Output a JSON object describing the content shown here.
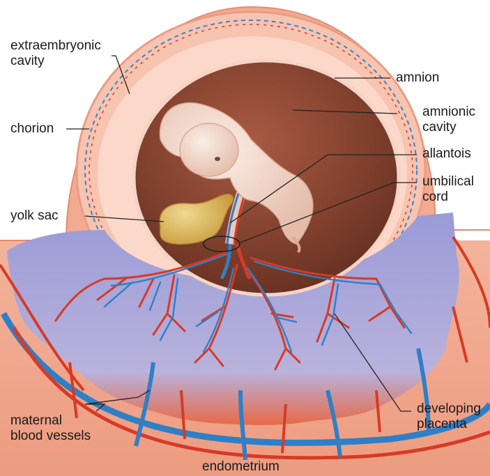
{
  "labels": {
    "extraembryonic_cavity": [
      "extraembryonic",
      "cavity"
    ],
    "chorion": "chorion",
    "yolk_sac": "yolk sac",
    "maternal_blood_vessels": [
      "maternal",
      "blood vessels"
    ],
    "endometrium": "endometrium",
    "amnion": "amnion",
    "amnionic_cavity": [
      "amnionic",
      "cavity"
    ],
    "allantois": "allantois",
    "umbilical_cord": [
      "umbilical",
      "cord"
    ],
    "developing_placenta": [
      "developing",
      "placenta"
    ]
  },
  "colors": {
    "endometrium": "#f0a890",
    "chorion_ring": "#f4b9a4",
    "amnionic_cavity": "#7e3f2c",
    "yolk_sac": "#d9b45a",
    "embryo": "#f2d7c8",
    "artery": "#d83a24",
    "vein": "#2f7fc6",
    "placenta_blue": "#8e8ed0",
    "placenta_red": "#e05a3a"
  }
}
